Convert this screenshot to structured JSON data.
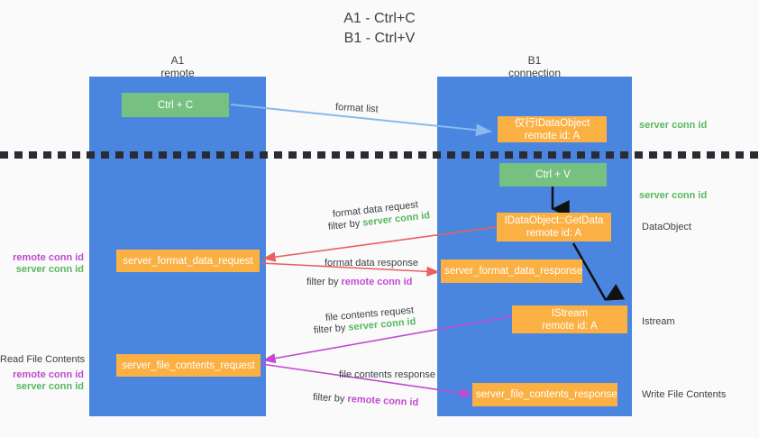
{
  "title": {
    "line1": "A1 - Ctrl+C",
    "line2": "B1 - Ctrl+V"
  },
  "columns": [
    {
      "id": "a1",
      "name": "A1",
      "sublabel": "remote"
    },
    {
      "id": "b1",
      "name": "B1",
      "sublabel": "connection"
    }
  ],
  "nodes": {
    "ctrl_c": {
      "line1": "Ctrl + C",
      "line2": "",
      "color": "#77c180"
    },
    "set_clipboard": {
      "line1": "仅行IDataObject",
      "line2": "remote id: A",
      "color": "#fbb043"
    },
    "ctrl_v": {
      "line1": "Ctrl + V",
      "line2": "",
      "color": "#77c180"
    },
    "getdata": {
      "line1": "IDataObject::GetData",
      "line2": "remote id: A",
      "color": "#fbb043"
    },
    "istream": {
      "line1": "IStream",
      "line2": "remote id: A",
      "color": "#fbb043"
    },
    "fmt_data_request": {
      "line1": "server_format_data_request",
      "line2": "",
      "color": "#fbb043"
    },
    "fmt_data_response": {
      "line1": "server_format_data_response",
      "line2": "",
      "color": "#fbb043"
    },
    "file_contents_request": {
      "line1": "server_file_contents_request",
      "line2": "",
      "color": "#fbb043"
    },
    "file_contents_response": {
      "line1": "server_file_contents_response",
      "line2": "",
      "color": "#fbb043"
    }
  },
  "edge_labels": {
    "format_list": "format list",
    "format_data_request": "format data request",
    "format_data_request_filter_pre": "filter by ",
    "format_data_request_filter_key": "server conn id",
    "format_data_response": "format data response",
    "format_data_response_filter_pre": "filter by ",
    "format_data_response_filter_key": "remote conn id",
    "file_contents_request": "file contents request",
    "file_contents_request_filter_pre": "filter by ",
    "file_contents_request_filter_key": "server conn id",
    "file_contents_response": "file contents response",
    "file_contents_response_filter_pre": "filter by ",
    "file_contents_response_filter_key": "remote conn id"
  },
  "right_annotations": [
    {
      "id": "server-conn-id-1",
      "text": "server conn id",
      "style": "green"
    },
    {
      "id": "server-conn-id-2",
      "text": "server conn id",
      "style": "green"
    },
    {
      "id": "dataobject",
      "text": "DataObject",
      "style": "plain"
    },
    {
      "id": "istream",
      "text": "Istream",
      "style": "plain"
    },
    {
      "id": "write-file",
      "text": "Write File Contents",
      "style": "plain"
    }
  ],
  "left_annotations": [
    {
      "id": "fmt-remote",
      "text": "remote conn id",
      "style": "purple"
    },
    {
      "id": "fmt-server",
      "text": "server conn id",
      "style": "green"
    },
    {
      "id": "read-file",
      "text": "Read File Contents",
      "style": "plain"
    },
    {
      "id": "fc-remote",
      "text": "remote conn id",
      "style": "purple"
    },
    {
      "id": "fc-server",
      "text": "server conn id",
      "style": "green"
    }
  ],
  "colors": {
    "lane": "#4a86e0",
    "green_node": "#77c180",
    "orange_node": "#fbb043",
    "arrow_blue": "#8ab9ee",
    "arrow_red": "#e8605f",
    "arrow_magenta": "#c04ad0",
    "arrow_black": "#111111",
    "green_text": "#57b85f",
    "purple_text": "#c04ad0",
    "background": "#fafafa"
  }
}
